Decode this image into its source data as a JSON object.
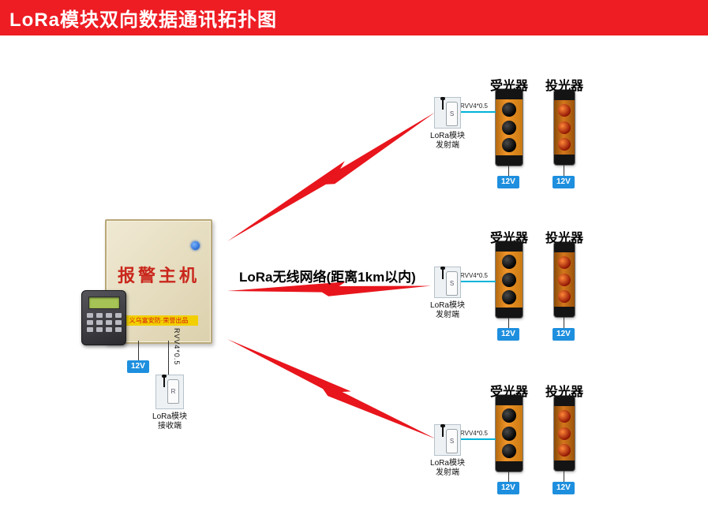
{
  "header": {
    "title": "LoRa模块双向数据通讯拓扑图"
  },
  "network_label": "LoRa无线网络(距离1km以内)",
  "main_unit": {
    "name": "报警主机",
    "brand_strip": "义乌富安防·荣誉出品",
    "power_label": "12V",
    "cable_label": "RVV4*0.5",
    "module": {
      "marking": "R",
      "caption_line1": "LoRa模块",
      "caption_line2": "接收端"
    }
  },
  "groups": [
    {
      "receiver_label": "受光器",
      "projector_label": "投光器",
      "cable_label": "RVV4*0.5",
      "receiver_power_label": "12V",
      "projector_power_label": "12V",
      "module": {
        "marking": "S",
        "caption_line1": "LoRa模块",
        "caption_line2": "发射端"
      }
    },
    {
      "receiver_label": "受光器",
      "projector_label": "投光器",
      "cable_label": "RVV4*0.5",
      "receiver_power_label": "12V",
      "projector_power_label": "12V",
      "module": {
        "marking": "S",
        "caption_line1": "LoRa模块",
        "caption_line2": "发射端"
      }
    },
    {
      "receiver_label": "受光器",
      "projector_label": "投光器",
      "cable_label": "RVV4*0.5",
      "receiver_power_label": "12V",
      "projector_power_label": "12V",
      "module": {
        "marking": "S",
        "caption_line1": "LoRa模块",
        "caption_line2": "发射端"
      }
    }
  ],
  "colors": {
    "header_bg": "#ee1c23",
    "bolt": "#e8151c",
    "power_badge": "#1e8fde",
    "signal_wire": "#00b4d8"
  }
}
